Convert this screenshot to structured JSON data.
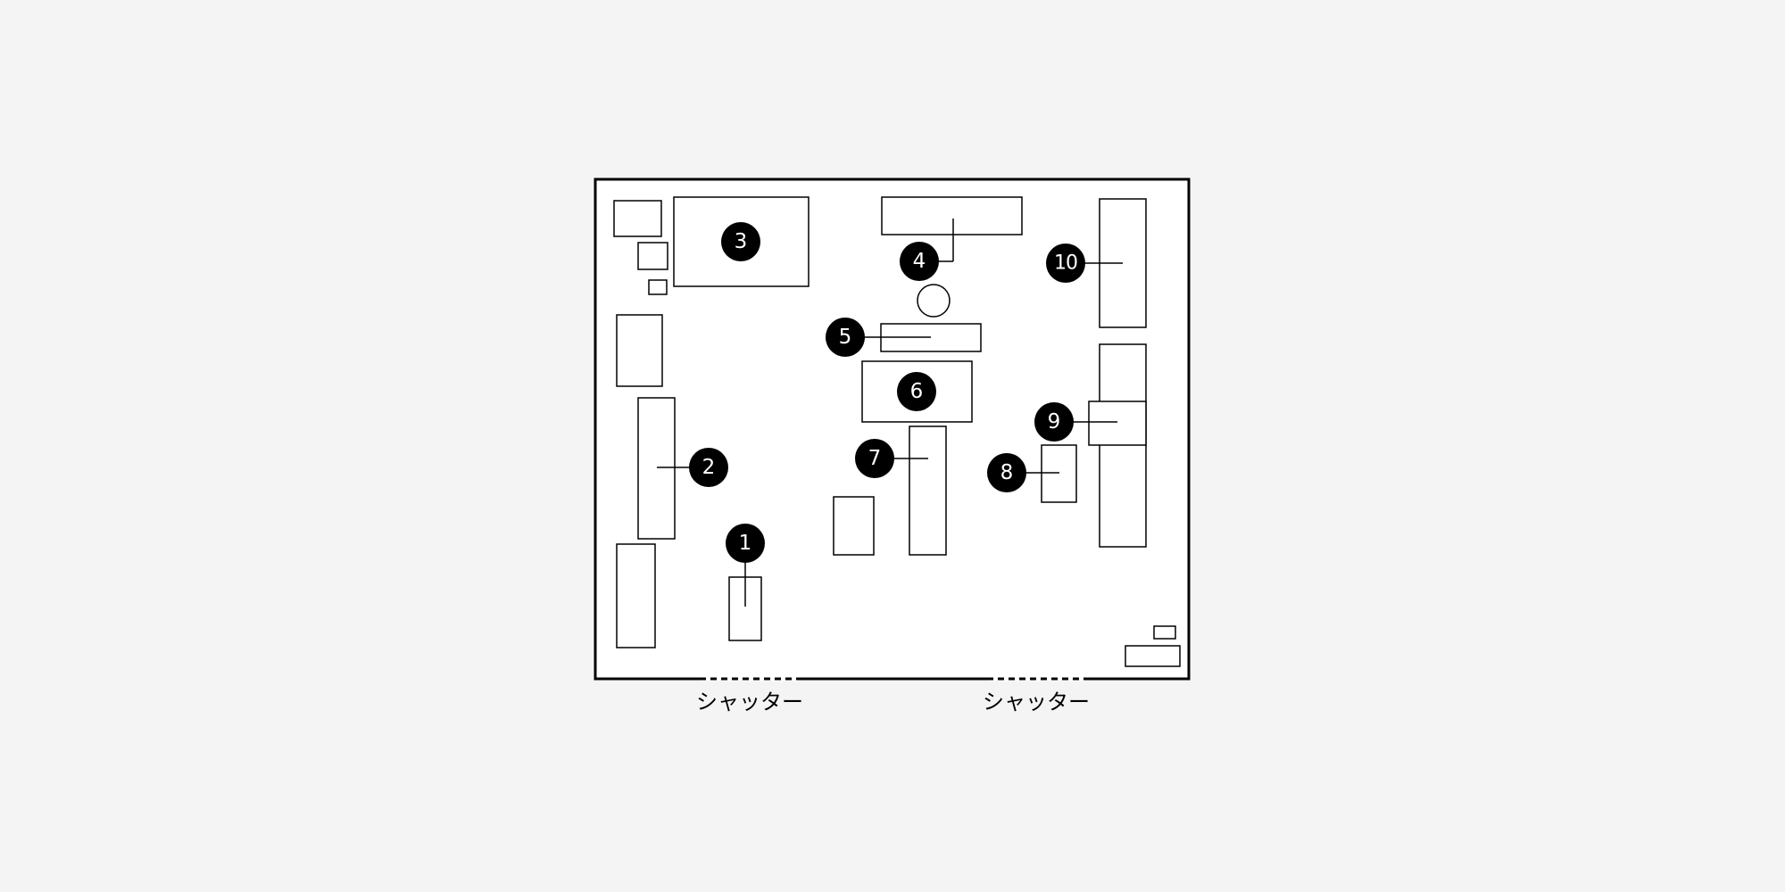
{
  "floor_plan": {
    "markers": [
      "1",
      "2",
      "3",
      "4",
      "5",
      "6",
      "7",
      "8",
      "9",
      "10"
    ],
    "openings": [
      {
        "label": "シャッター"
      },
      {
        "label": "シャッター"
      }
    ],
    "colors": {
      "background": "#f4f4f4",
      "floor": "#ffffff",
      "outline": "#000000",
      "marker_fill": "#000000",
      "marker_text": "#ffffff"
    }
  }
}
